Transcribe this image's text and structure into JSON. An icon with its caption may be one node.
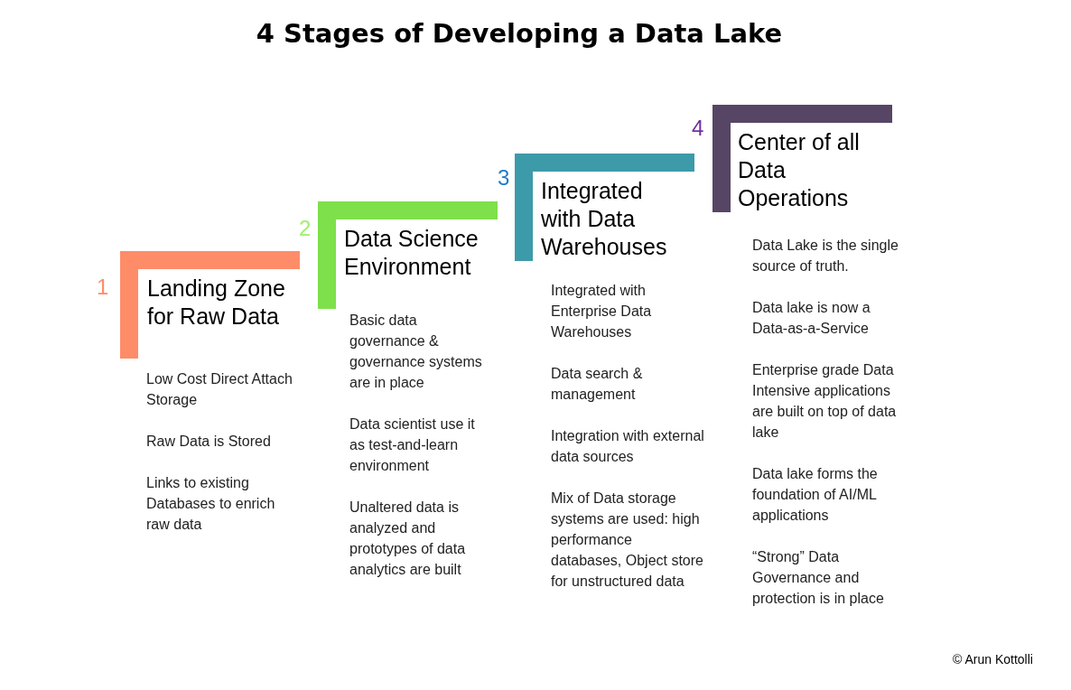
{
  "diagram": {
    "title": "4 Stages of Developing a Data Lake",
    "nodes": [
      {
        "text": [
          "Landing Zone for Raw Data"
        ],
        "beside": [
          "1",
          "Low Cost Direct Attach Storage",
          "Raw Data is Stored",
          "Links to existing Databases to enrich raw data"
        ]
      },
      {
        "text": [
          "Data Science Environment"
        ],
        "beside": [
          "2",
          "Basic data governance & governance systems are in place",
          "Data scientist use it as test-and-learn environment",
          "Unaltered data is analyzed and prototypes of data analytics are built"
        ]
      },
      {
        "text": [
          "Integrated with Data Warehouses"
        ],
        "beside": [
          "3",
          "Integrated with Enterprise Data Warehouses",
          "Data search & management",
          "Integration with external data sources",
          "Mix of Data storage systems are used: high performance databases, Object store for unstructured data"
        ]
      },
      {
        "text": [
          "Center of all Data Operations"
        ],
        "beside": [
          "4",
          "Data Lake is the single source of truth.",
          "Data lake is now a Data-as-a-Service",
          "Enterprise grade Data Intensive applications are built on top of data lake",
          "Data lake forms the foundation of AI/ML applications",
          "“Strong” Data Governance and protection is in place"
        ]
      }
    ],
    "labels": [
      "© Arun Kottolli"
    ]
  }
}
